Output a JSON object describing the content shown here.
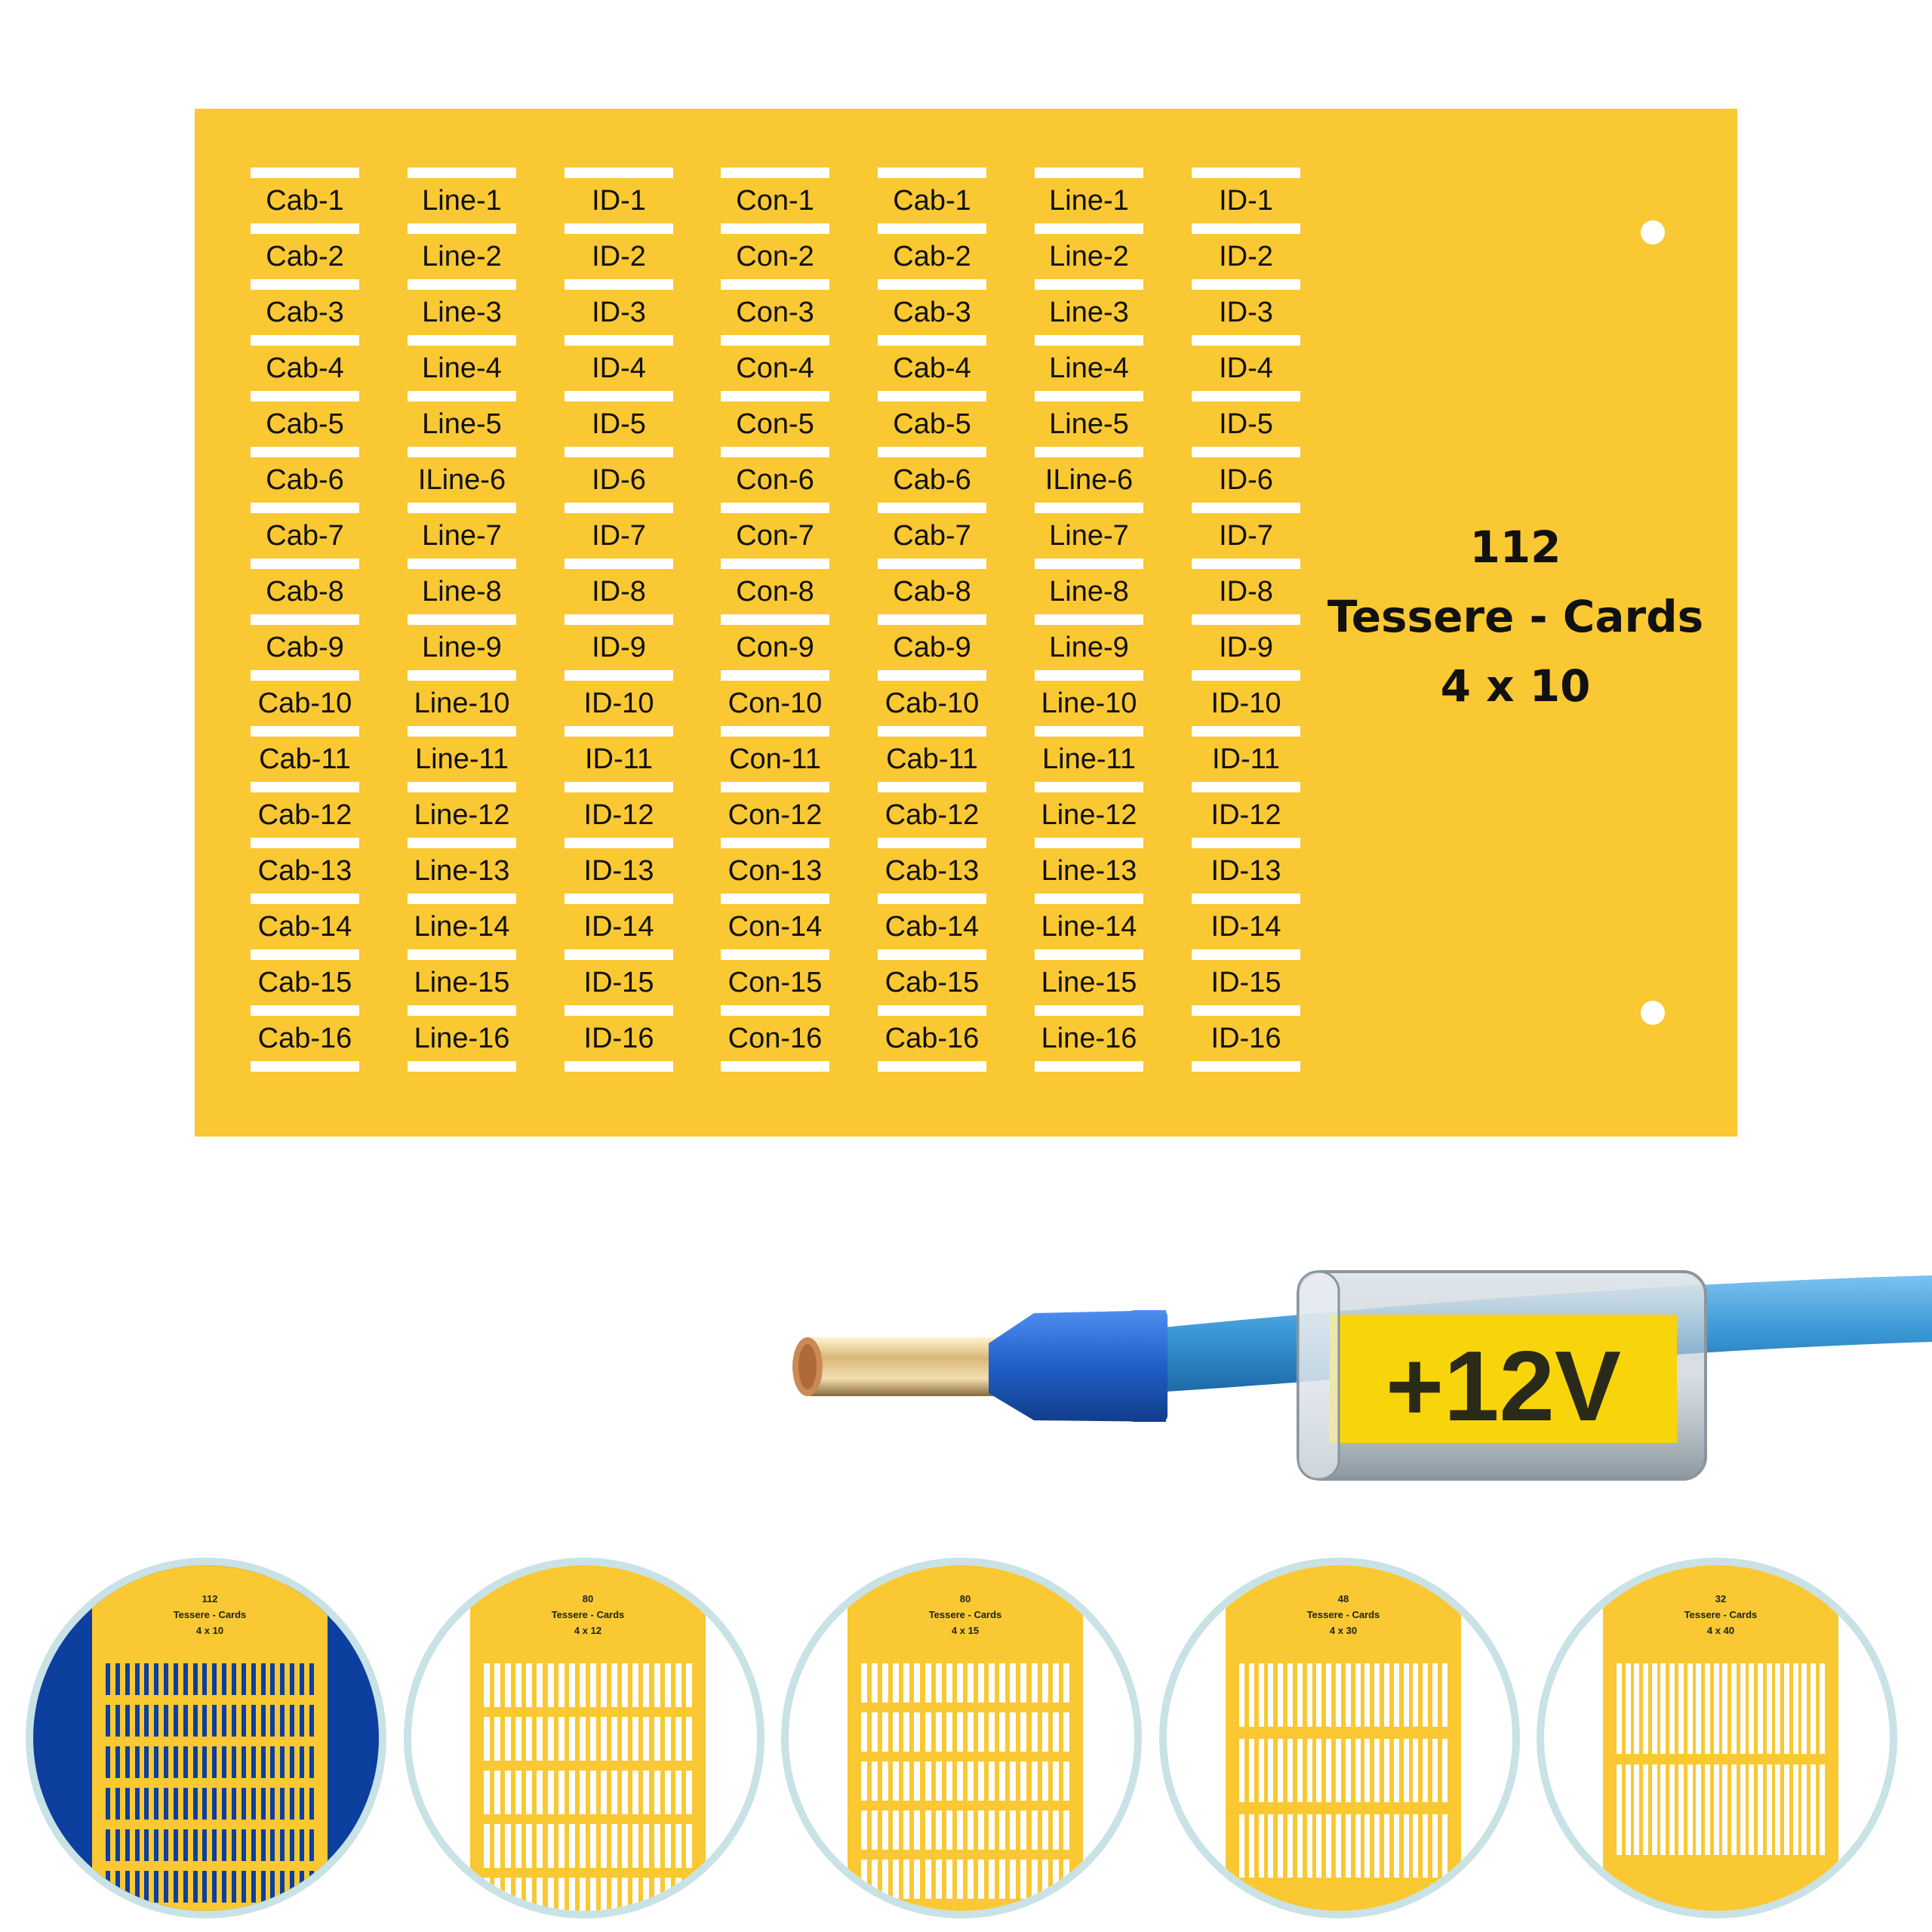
{
  "sheet": {
    "title_count": "112",
    "title_name": "Tessere - Cards",
    "title_size": "4 x 10",
    "colors": {
      "sheet": "#f9c832",
      "strip": "#ffffff",
      "text": "#111111"
    },
    "columns": [
      {
        "labels": [
          "Cab-1",
          "Cab-2",
          "Cab-3",
          "Cab-4",
          "Cab-5",
          "Cab-6",
          "Cab-7",
          "Cab-8",
          "Cab-9",
          "Cab-10",
          "Cab-11",
          "Cab-12",
          "Cab-13",
          "Cab-14",
          "Cab-15",
          "Cab-16"
        ]
      },
      {
        "labels": [
          "Line-1",
          "Line-2",
          "Line-3",
          "Line-4",
          "Line-5",
          "ILine-6",
          "Line-7",
          "Line-8",
          "Line-9",
          "Line-10",
          "Line-11",
          "Line-12",
          "Line-13",
          "Line-14",
          "Line-15",
          "Line-16"
        ]
      },
      {
        "labels": [
          "ID-1",
          "ID-2",
          "ID-3",
          "ID-4",
          "ID-5",
          "ID-6",
          "ID-7",
          "ID-8",
          "ID-9",
          "ID-10",
          "ID-11",
          "ID-12",
          "ID-13",
          "ID-14",
          "ID-15",
          "ID-16"
        ]
      },
      {
        "labels": [
          "Con-1",
          "Con-2",
          "Con-3",
          "Con-4",
          "Con-5",
          "Con-6",
          "Con-7",
          "Con-8",
          "Con-9",
          "Con-10",
          "Con-11",
          "Con-12",
          "Con-13",
          "Con-14",
          "Con-15",
          "Con-16"
        ]
      },
      {
        "labels": [
          "Cab-1",
          "Cab-2",
          "Cab-3",
          "Cab-4",
          "Cab-5",
          "Cab-6",
          "Cab-7",
          "Cab-8",
          "Cab-9",
          "Cab-10",
          "Cab-11",
          "Cab-12",
          "Cab-13",
          "Cab-14",
          "Cab-15",
          "Cab-16"
        ]
      },
      {
        "labels": [
          "Line-1",
          "Line-2",
          "Line-3",
          "Line-4",
          "Line-5",
          "ILine-6",
          "Line-7",
          "Line-8",
          "Line-9",
          "Line-10",
          "Line-11",
          "Line-12",
          "Line-13",
          "Line-14",
          "Line-15",
          "Line-16"
        ]
      },
      {
        "labels": [
          "ID-1",
          "ID-2",
          "ID-3",
          "ID-4",
          "ID-5",
          "ID-6",
          "ID-7",
          "ID-8",
          "ID-9",
          "ID-10",
          "ID-11",
          "ID-12",
          "ID-13",
          "ID-14",
          "ID-15",
          "ID-16"
        ]
      }
    ]
  },
  "cable": {
    "marker_text": "+12V",
    "colors": {
      "cable": "#3e9ad8",
      "ferrule": "#1f5fc8",
      "marker": "#f7d50a"
    }
  },
  "previews": [
    {
      "count": "112",
      "name": "Tessere - Cards",
      "size": "4 x 10",
      "background": "#0c3f9e",
      "strip_color": "#0c3f9e"
    },
    {
      "count": "80",
      "name": "Tessere - Cards",
      "size": "4 x 12",
      "background": "#ffffff",
      "strip_color": "#ffffff"
    },
    {
      "count": "80",
      "name": "Tessere - Cards",
      "size": "4 x 15",
      "background": "#ffffff",
      "strip_color": "#ffffff"
    },
    {
      "count": "48",
      "name": "Tessere - Cards",
      "size": "4 x 30",
      "background": "#ffffff",
      "strip_color": "#ffffff"
    },
    {
      "count": "32",
      "name": "Tessere - Cards",
      "size": "4 x 40",
      "background": "#ffffff",
      "strip_color": "#ffffff"
    }
  ]
}
